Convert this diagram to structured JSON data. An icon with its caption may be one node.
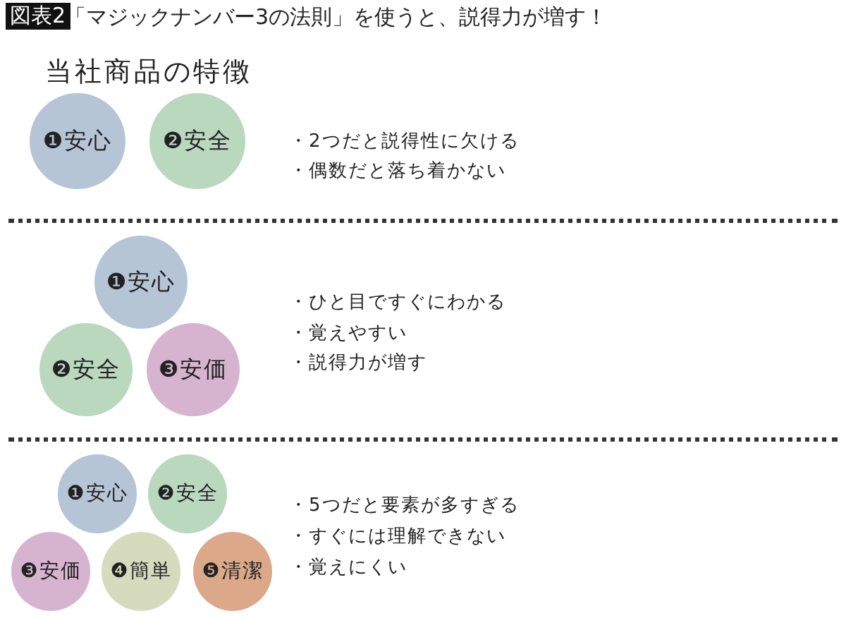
{
  "diagram": {
    "title": "「マジックナンバー3の法則」を使うと、説得力が増す！",
    "nodes": [
      {
        "text": [
          "❶安心"
        ]
      },
      {
        "text": [
          "❷安全"
        ]
      },
      {
        "text": [
          "❶安心"
        ]
      },
      {
        "text": [
          "❷安全"
        ]
      },
      {
        "text": [
          "❸安価"
        ]
      },
      {
        "text": [
          "❶安心"
        ]
      },
      {
        "text": [
          "❷安全"
        ]
      },
      {
        "text": [
          "❸安価"
        ]
      },
      {
        "text": [
          "❹簡単"
        ]
      },
      {
        "text": [
          "❺清潔"
        ]
      }
    ],
    "edges": [],
    "labels": [
      "図表2",
      "当社商品の特徴",
      "・2つだと説得性に欠ける",
      "・偶数だと落ち着かない",
      "・ひと目ですぐにわかる",
      "・覚えやすい",
      "・説得力が増す",
      "・5つだと要素が多すぎる",
      "・すぐには理解できない",
      "・覚えにくい"
    ]
  }
}
